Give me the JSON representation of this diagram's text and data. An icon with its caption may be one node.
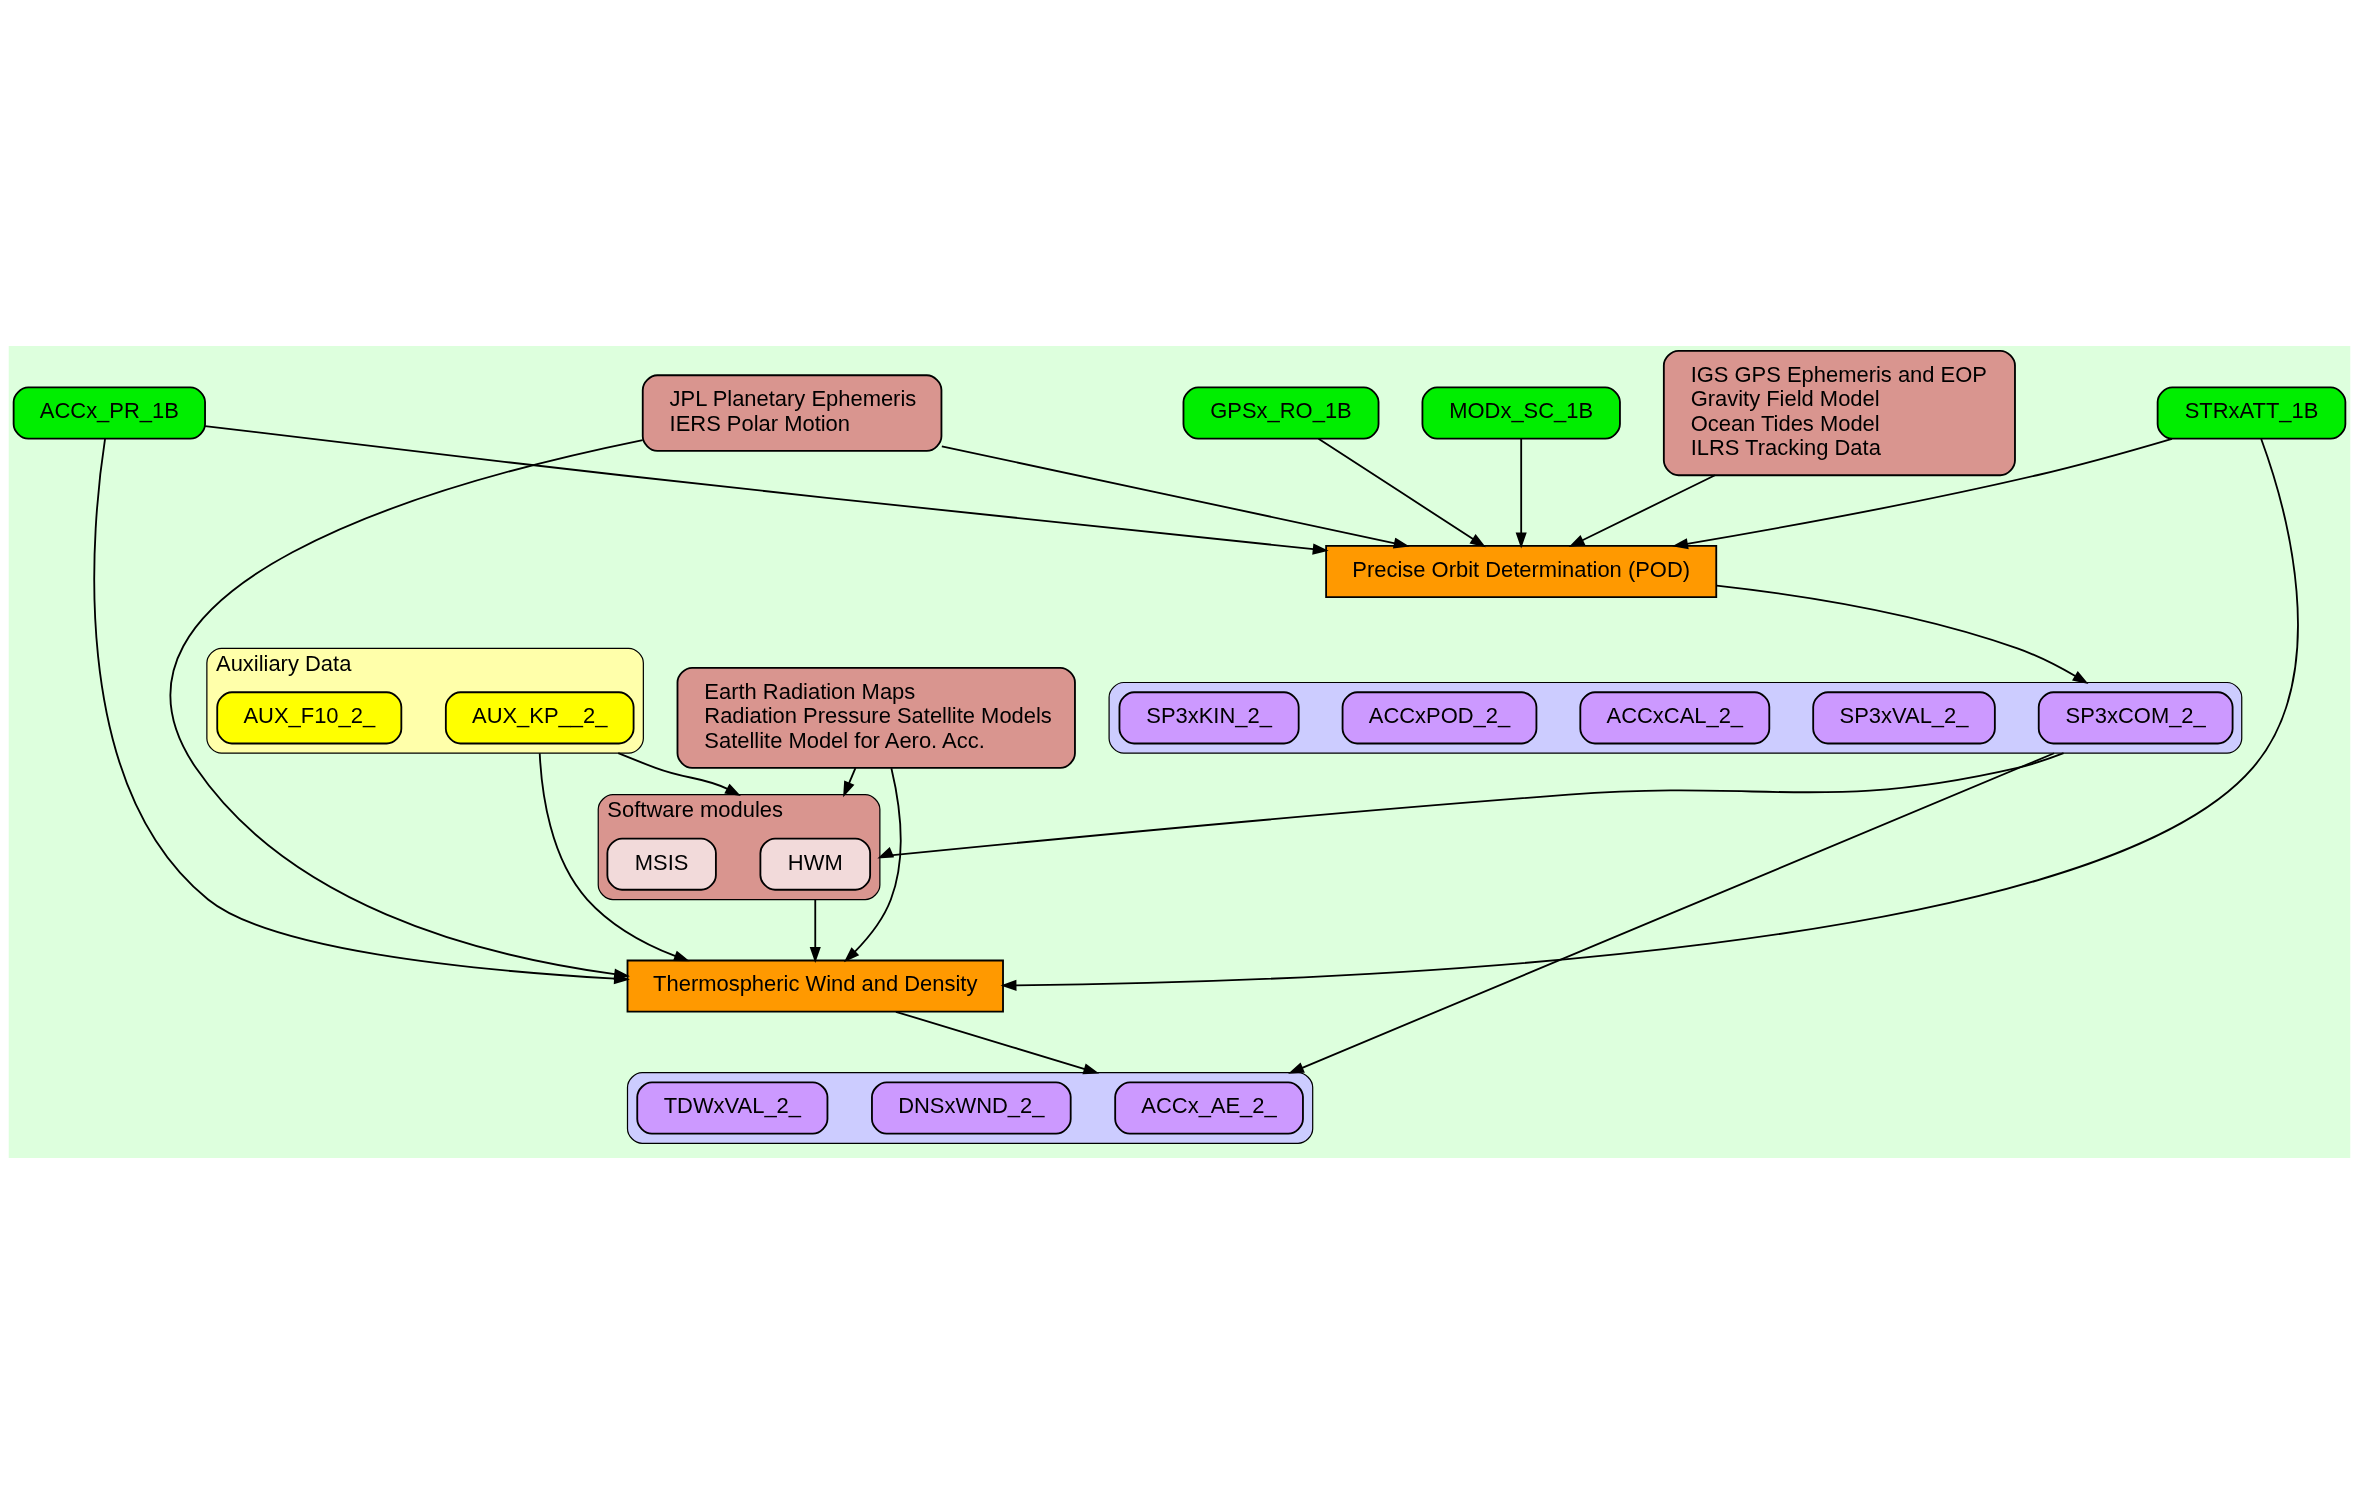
{
  "diagram": {
    "nodes": [
      {
        "text": [
          "GPSx_RO_1B"
        ]
      },
      {
        "text": [
          "STRxATT_1B"
        ]
      },
      {
        "text": [
          "MODx_SC_1B"
        ]
      },
      {
        "text": [
          "ACCx_PR_1B"
        ]
      },
      {
        "text": [
          "Auxiliary Data"
        ]
      },
      {
        "text": [
          "AUX_KP__2_"
        ],
        "in": 4
      },
      {
        "text": [
          "AUX_F10_2_"
        ],
        "in": 4
      },
      {
        "text": [
          "IGS GPS Ephemeris and EOP",
          "Gravity Field Model",
          "Ocean Tides Model",
          "ILRS Tracking Data"
        ]
      },
      {
        "text": [
          "Precise Orbit Determination (POD)"
        ]
      },
      {
        "text": [
          "Thermospheric Wind and Density"
        ]
      },
      {
        "text": [
          "JPL Planetary Ephemeris",
          "IERS Polar Motion"
        ]
      },
      {
        "text": [
          "Software modules"
        ]
      },
      {
        "text": [
          "HWM"
        ],
        "in": 11
      },
      {
        "text": [
          "MSIS"
        ],
        "in": 11
      },
      {
        "text": [],
        "shape": "box"
      },
      {
        "text": [
          "SP3xCOM_2_"
        ],
        "in": 14
      },
      {
        "text": [
          "SP3xVAL_2_"
        ],
        "in": 14
      },
      {
        "text": [
          "ACCxCAL_2_"
        ],
        "in": 14
      },
      {
        "text": [
          "ACCxPOD_2_"
        ],
        "in": 14
      },
      {
        "text": [
          "SP3xKIN_2_"
        ],
        "in": 14
      },
      {
        "text": [],
        "shape": "box"
      },
      {
        "text": [
          "ACCx_AE_2_"
        ],
        "in": 20
      },
      {
        "text": [
          "DNSxWND_2_"
        ],
        "in": 20
      },
      {
        "text": [
          "TDWxVAL_2_"
        ],
        "in": 20
      },
      {
        "text": [
          "Earth Radiation Maps",
          "Radiation Pressure Satellite Models",
          "Satellite Model for Aero. Acc."
        ]
      }
    ],
    "edges": [
      {
        "from": 0,
        "to": 8,
        "arrow": "to"
      },
      {
        "from": 1,
        "to": 8,
        "arrow": "to"
      },
      {
        "from": 1,
        "to": 9,
        "arrow": "to"
      },
      {
        "from": 2,
        "to": 8,
        "arrow": "to"
      },
      {
        "from": 3,
        "to": 8,
        "arrow": "to"
      },
      {
        "from": 3,
        "to": 9,
        "arrow": "to"
      },
      {
        "from": 4,
        "to": 9,
        "arrow": "to"
      },
      {
        "from": 4,
        "to": 11,
        "arrow": "to"
      },
      {
        "from": 7,
        "to": 8,
        "arrow": "to"
      },
      {
        "from": 10,
        "to": 8,
        "arrow": "to"
      },
      {
        "from": 10,
        "to": 9,
        "arrow": "to"
      },
      {
        "from": 11,
        "to": 9,
        "arrow": "to"
      },
      {
        "from": 24,
        "to": 9,
        "arrow": "to"
      },
      {
        "from": 24,
        "to": 11,
        "arrow": "to"
      },
      {
        "from": 8,
        "to": 14,
        "arrow": "to"
      },
      {
        "from": 9,
        "to": 20,
        "arrow": "to"
      },
      {
        "from": 14,
        "to": 11,
        "arrow": "to"
      },
      {
        "from": 14,
        "to": 20,
        "arrow": "to"
      }
    ]
  }
}
